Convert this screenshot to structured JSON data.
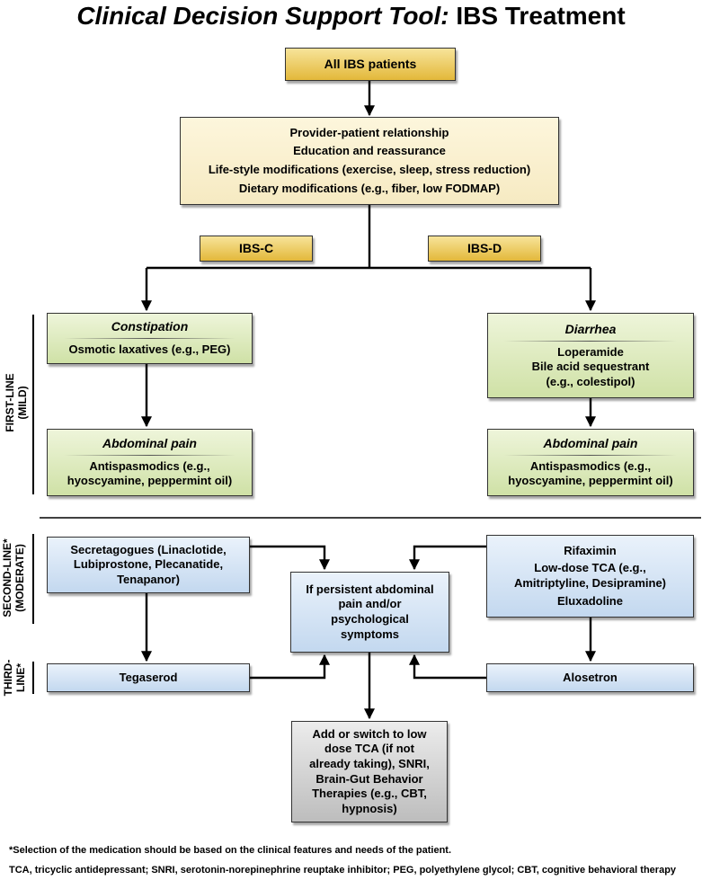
{
  "title": {
    "italic": "Clinical Decision Support Tool:",
    "regular": "IBS Treatment"
  },
  "boxes": {
    "all_patients": "All IBS patients",
    "general": [
      "Provider-patient relationship",
      "Education and reassurance",
      "Life-style modifications (exercise, sleep, stress reduction)",
      "Dietary modifications (e.g., fiber, low FODMAP)"
    ],
    "ibs_c": "IBS-C",
    "ibs_d": "IBS-D",
    "constipation": {
      "heading": "Constipation",
      "lines": [
        "Osmotic laxatives (e.g., PEG)"
      ]
    },
    "diarrhea": {
      "heading": "Diarrhea",
      "lines": [
        "Loperamide",
        "Bile acid sequestrant",
        "(e.g., colestipol)"
      ]
    },
    "abd_pain_left": {
      "heading": "Abdominal pain",
      "lines": [
        "Antispasmodics (e.g.,",
        "hyoscyamine, peppermint oil)"
      ]
    },
    "abd_pain_right": {
      "heading": "Abdominal pain",
      "lines": [
        "Antispasmodics (e.g.,",
        "hyoscyamine, peppermint oil)"
      ]
    },
    "secretagogues": [
      "Secretagogues (Linaclotide,",
      "Lubiprostone, Plecanatide,",
      "Tenapanor)"
    ],
    "rifaximin": [
      "Rifaximin",
      "Low-dose TCA (e.g.,",
      "Amitriptyline, Desipramine)",
      "Eluxadoline"
    ],
    "persistent": [
      "If persistent abdominal",
      "pain and/or",
      "psychological",
      "symptoms"
    ],
    "tegaserod": "Tegaserod",
    "alosetron": "Alosetron",
    "add_switch": [
      "Add or switch to low",
      "dose TCA (if not",
      "already taking), SNRI,",
      "Brain-Gut Behavior",
      "Therapies (e.g., CBT,",
      "hypnosis)"
    ]
  },
  "side_labels": {
    "first_line": [
      "FIRST-LINE",
      "(MILD)"
    ],
    "second_line": [
      "SECOND-LINE*",
      "(MODERATE)"
    ],
    "third_line": [
      "THIRD-",
      "LINE*"
    ]
  },
  "footnotes": [
    "*Selection of the medication should be based on the clinical features and needs of the patient.",
    "TCA, tricyclic antidepressant; SNRI, serotonin-norepinephrine reuptake inhibitor; PEG, polyethylene glycol; CBT, cognitive behavioral therapy"
  ]
}
